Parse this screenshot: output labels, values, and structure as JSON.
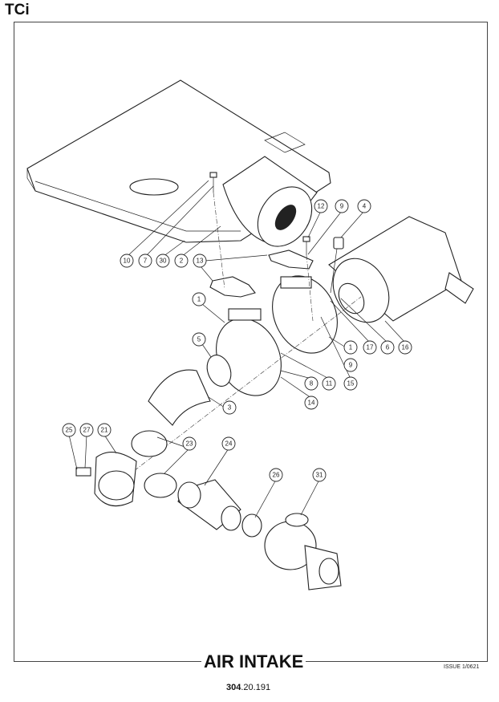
{
  "header": {
    "model": "TCi"
  },
  "footer": {
    "title": "AIR INTAKE",
    "issue": "ISSUE 1/0621",
    "page_bold": "304",
    "page_rest": ".20.191"
  },
  "callouts": [
    "10",
    "7",
    "30",
    "2",
    "13",
    "12",
    "9",
    "4",
    "1",
    "5",
    "1",
    "17",
    "6",
    "16",
    "9",
    "8",
    "11",
    "15",
    "14",
    "3",
    "25",
    "27",
    "21",
    "23",
    "24",
    "26",
    "31"
  ],
  "colors": {
    "line": "#222222",
    "callout_red": "#8b1a3a",
    "callout_blue": "#1a3a8b"
  }
}
